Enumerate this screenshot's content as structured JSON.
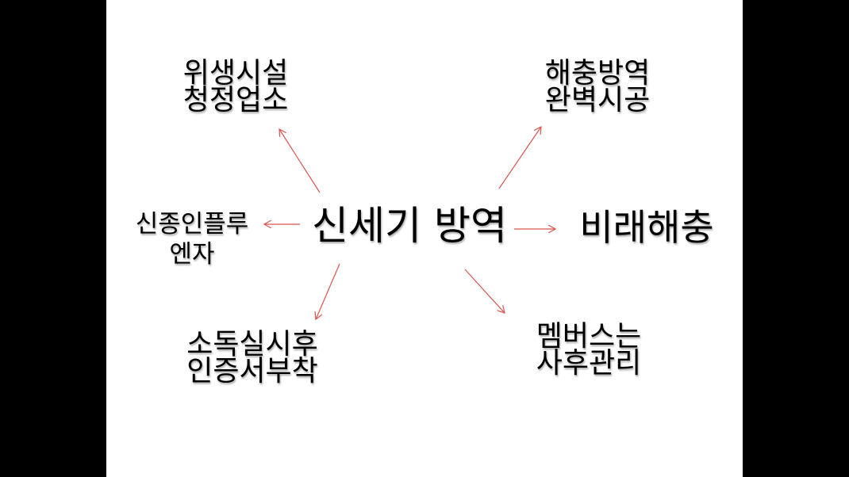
{
  "center": "신세기 방역",
  "nodes": {
    "top_left": [
      "위생시설",
      "청정업소"
    ],
    "top_right": [
      "해충방역",
      "완벽시공"
    ],
    "left": [
      "신종인플루",
      "엔자"
    ],
    "right": [
      "비래해충"
    ],
    "bottom_left": [
      "소독실시후",
      "인증서부착"
    ],
    "bottom_right": [
      "멤버스는",
      "사후관리"
    ]
  },
  "colors": {
    "arrow": "#d9534f",
    "text": "#000000",
    "slide": "#ffffff",
    "background": "#000000"
  }
}
